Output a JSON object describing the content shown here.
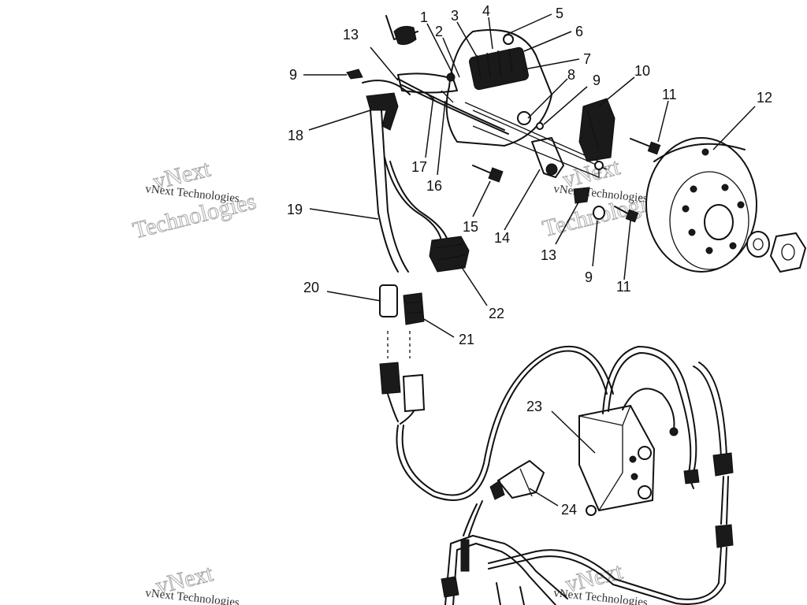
{
  "callouts": [
    "1",
    "2",
    "3",
    "4",
    "5",
    "6",
    "7",
    "8",
    "9",
    "10",
    "11",
    "12",
    "13",
    "9",
    "18",
    "17",
    "16",
    "15",
    "14",
    "13",
    "9",
    "11",
    "19",
    "20",
    "21",
    "22",
    "23",
    "24"
  ],
  "watermark": {
    "line1": "vNext",
    "line2": "vNext Technologies",
    "line3": "Technologies"
  }
}
